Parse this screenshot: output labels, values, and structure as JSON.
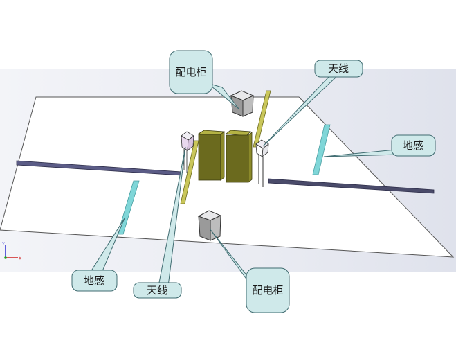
{
  "callouts": {
    "cabinet_top": "配电柜",
    "antenna_right": "天线",
    "sensor_right": "地感",
    "sensor_left": "地感",
    "antenna_left": "天线",
    "cabinet_bottom": "配电柜"
  },
  "colors": {
    "viewport_bg": "#eceef4",
    "callout_fill": "#cfe9ea",
    "callout_stroke": "#3f6b70",
    "gate_body": "#6b6a1e",
    "gate_top": "#9a9833",
    "barrier_arm": "#c9c65a",
    "sensor_loop": "#7fd6d8",
    "road_line": "#4a4a6a",
    "cabinet_gray": "#9a9a9a"
  }
}
